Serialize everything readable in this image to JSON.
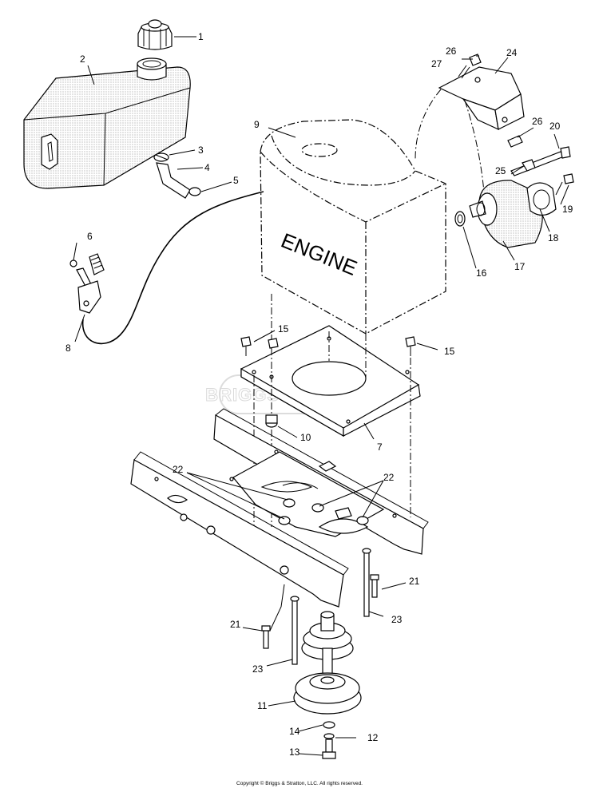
{
  "engine_label": "ENGINE",
  "watermark": "BRIGGS&STRATTON",
  "copyright": "Copyright © Briggs & Stratton, LLC. All rights reserved.",
  "callouts": [
    {
      "id": "c1",
      "text": "1"
    },
    {
      "id": "c2",
      "text": "2"
    },
    {
      "id": "c3",
      "text": "3"
    },
    {
      "id": "c4",
      "text": "4"
    },
    {
      "id": "c5",
      "text": "5"
    },
    {
      "id": "c6",
      "text": "6"
    },
    {
      "id": "c7",
      "text": "7"
    },
    {
      "id": "c8",
      "text": "8"
    },
    {
      "id": "c9",
      "text": "9"
    },
    {
      "id": "c10",
      "text": "10"
    },
    {
      "id": "c11",
      "text": "11"
    },
    {
      "id": "c12",
      "text": "12"
    },
    {
      "id": "c13",
      "text": "13"
    },
    {
      "id": "c14",
      "text": "14"
    },
    {
      "id": "c15a",
      "text": "15"
    },
    {
      "id": "c15b",
      "text": "15"
    },
    {
      "id": "c16",
      "text": "16"
    },
    {
      "id": "c17",
      "text": "17"
    },
    {
      "id": "c18",
      "text": "18"
    },
    {
      "id": "c19",
      "text": "19"
    },
    {
      "id": "c20",
      "text": "20"
    },
    {
      "id": "c21a",
      "text": "21"
    },
    {
      "id": "c21b",
      "text": "21"
    },
    {
      "id": "c22a",
      "text": "22"
    },
    {
      "id": "c22b",
      "text": "22"
    },
    {
      "id": "c23a",
      "text": "23"
    },
    {
      "id": "c23b",
      "text": "23"
    },
    {
      "id": "c24",
      "text": "24"
    },
    {
      "id": "c25",
      "text": "25"
    },
    {
      "id": "c26a",
      "text": "26"
    },
    {
      "id": "c26b",
      "text": "26"
    },
    {
      "id": "c27",
      "text": "27"
    }
  ]
}
